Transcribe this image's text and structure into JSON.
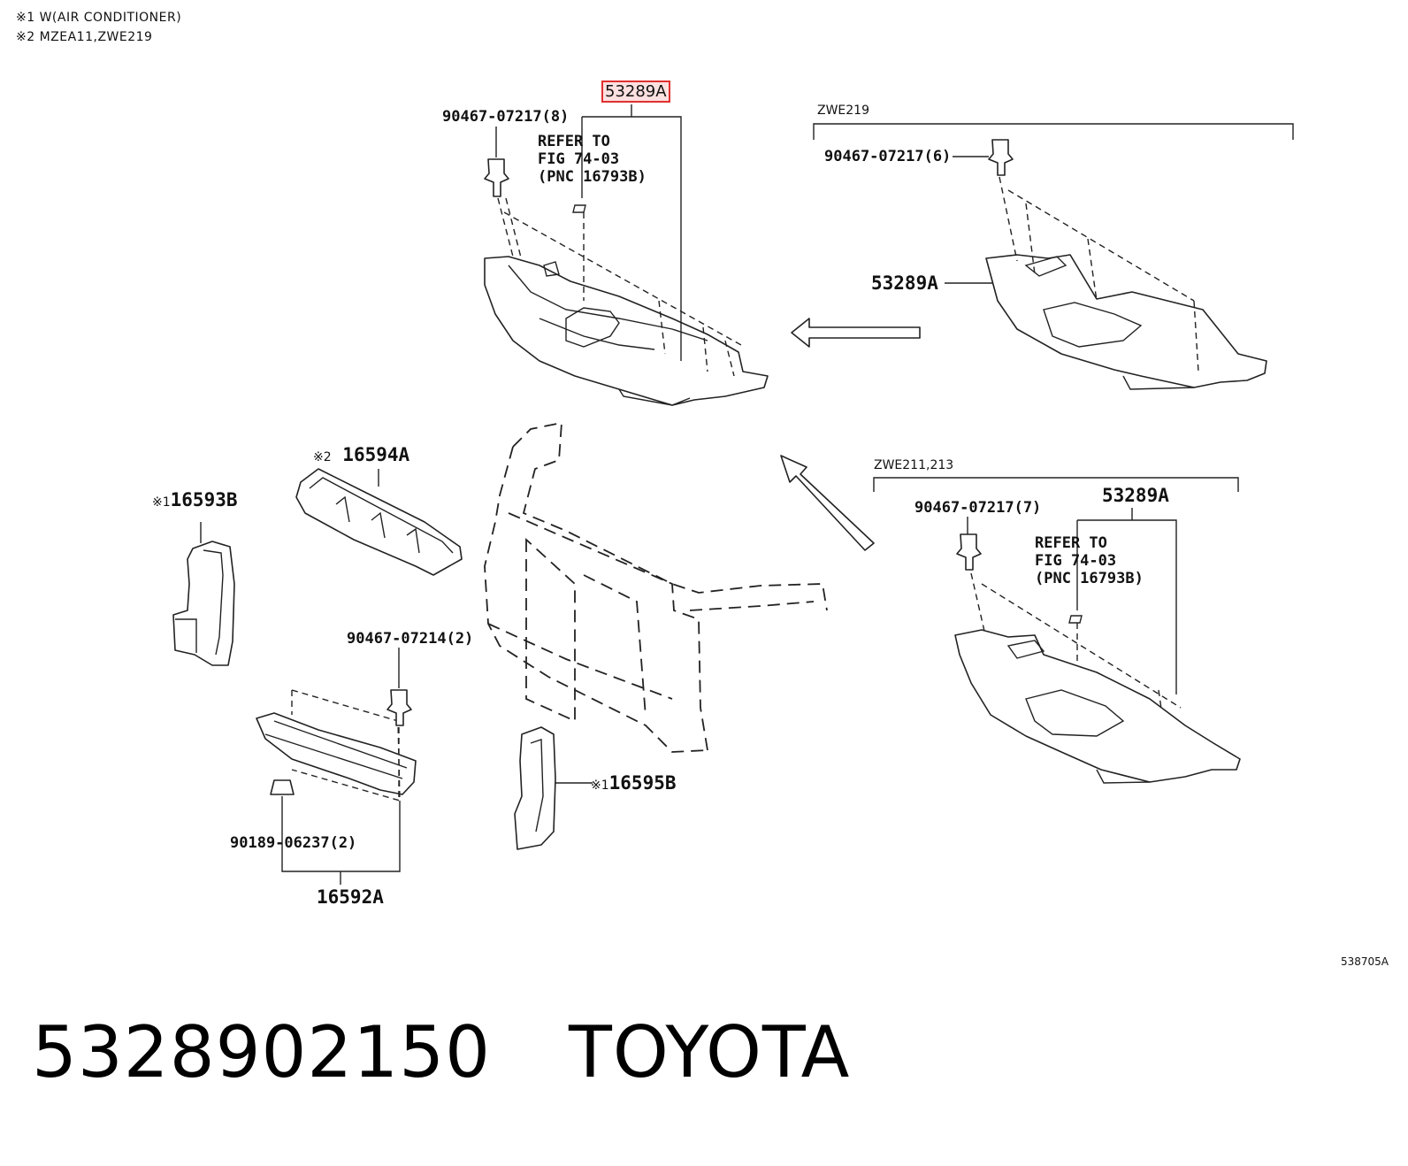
{
  "notes": [
    {
      "mark": "※1",
      "text": "W(AIR CONDITIONER)"
    },
    {
      "mark": "※2",
      "text": "MZEA11,ZWE219"
    }
  ],
  "callouts": {
    "main_53289A": "53289A",
    "main_clip": "90467-07217(8)",
    "main_refer": "REFER TO\nFIG 74-03\n(PNC 16793B)",
    "zwe219_group": "ZWE219",
    "zwe219_clip": "90467-07217(6)",
    "zwe219_53289A": "53289A",
    "zwe211_group": "ZWE211,213",
    "zwe211_clip": "90467-07217(7)",
    "zwe211_53289A": "53289A",
    "zwe211_refer": "REFER TO\nFIG 74-03\n(PNC 16793B)",
    "p16594A_mark": "※2",
    "p16594A": "16594A",
    "p16593B_mark": "※1",
    "p16593B": "16593B",
    "clip_07214": "90467-07214(2)",
    "clip_06237": "90189-06237(2)",
    "p16592A": "16592A",
    "p16595B_mark": "※1",
    "p16595B": "16595B"
  },
  "illustration_id": "538705A",
  "footer": {
    "part_number": "5328902150",
    "brand": "TOYOTA"
  }
}
